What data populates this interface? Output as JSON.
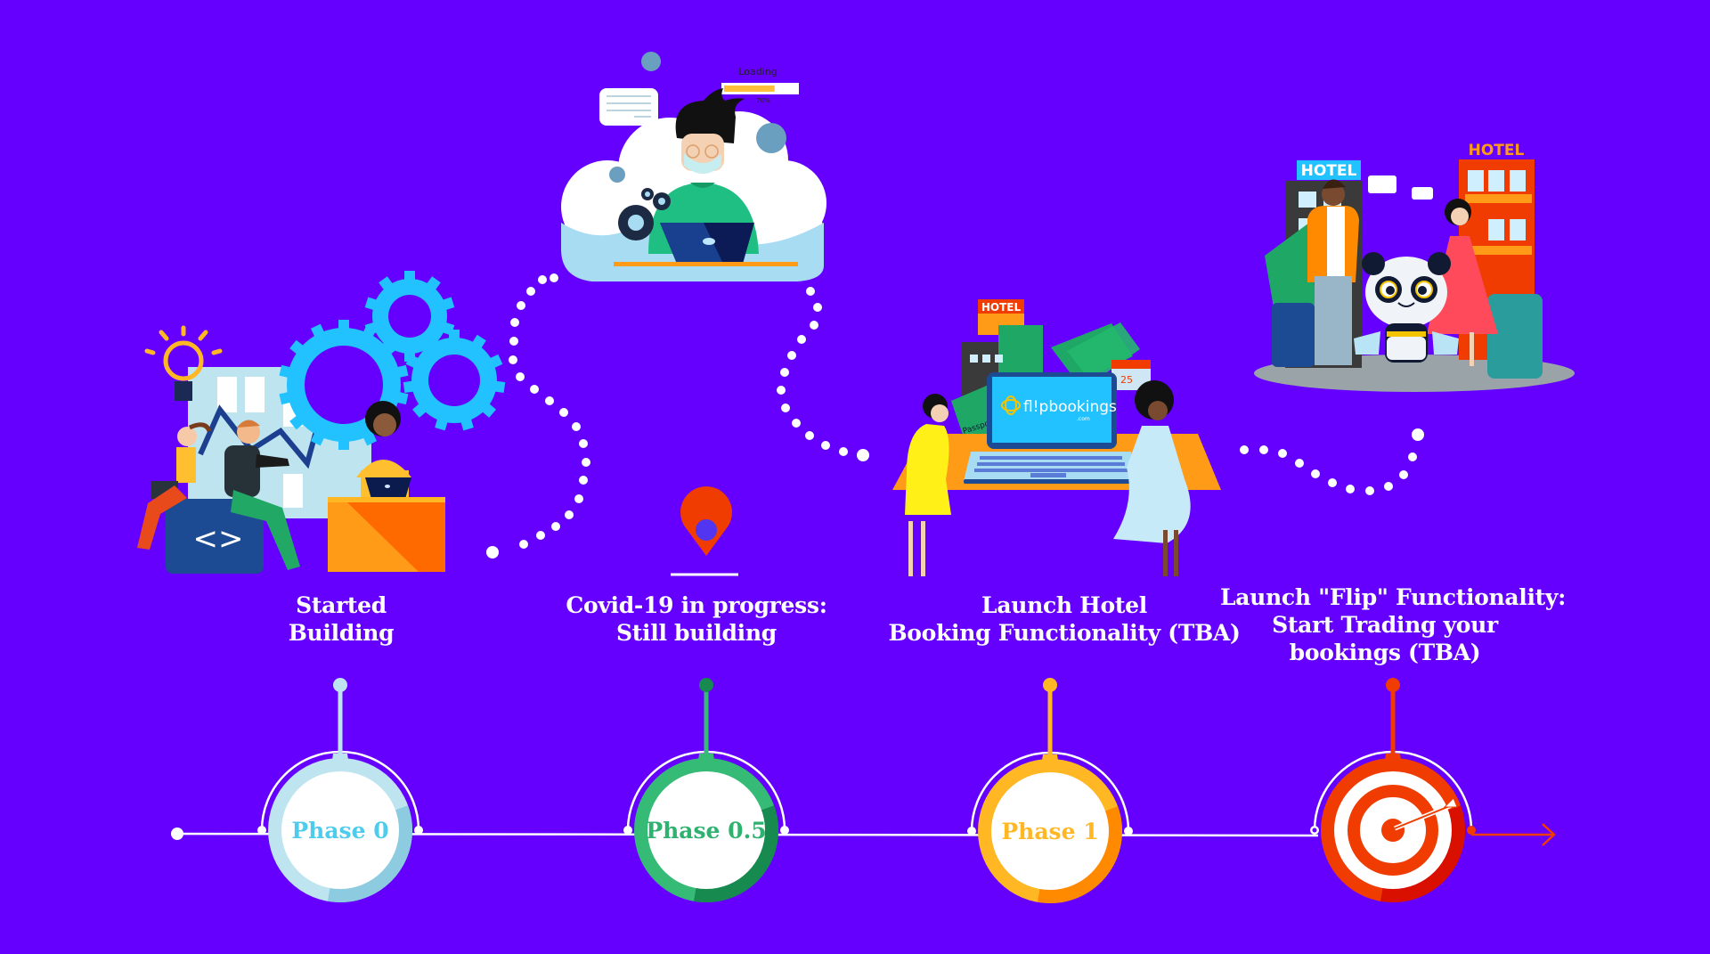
{
  "colors": {
    "background": "#6500ff",
    "timeline_line": "#ffffff",
    "dots": "#ffffff"
  },
  "milestones": [
    {
      "phase": "Phase 0",
      "title_lines": [
        "Started",
        "Building"
      ],
      "ring_color": "#bde4ef",
      "ring_shade": "#8ccbe0",
      "text_color": "#4fcbec",
      "illustration": "team-building-gears-icon"
    },
    {
      "phase": "Phase 0.5",
      "title_lines": [
        "Covid-19 in progress:",
        "Still building"
      ],
      "ring_color": "#36bb77",
      "ring_shade": "#178a50",
      "text_color": "#2fb170",
      "illustration": "masked-developer-cloud-icon"
    },
    {
      "phase": "Phase 1",
      "title_lines": [
        "Launch Hotel",
        "Booking Functionality (TBA)"
      ],
      "ring_color": "#ffb824",
      "ring_shade": "#ff8a00",
      "text_color": "#ffb824",
      "illustration": "flipbookings-laptop-icon"
    },
    {
      "phase": "",
      "title_lines": [
        "Launch \"Flip\" Functionality:",
        "Start Trading your",
        "bookings (TBA)"
      ],
      "ring_color": "#f03c00",
      "ring_shade": "#d90f00",
      "text_color": "#f03c00",
      "illustration": "hotel-travellers-panda-icon"
    }
  ],
  "illustrations": {
    "loading": {
      "label": "Loading",
      "percent_text": "70%",
      "progress": 0.7
    },
    "laptop_logo": {
      "brand": "fl!pbookings",
      "tld": ".com"
    },
    "hotel_sign": "HOTEL",
    "passport_text": "Passpo",
    "calendar_number": "25"
  },
  "location_pin_color": "#f03c00"
}
